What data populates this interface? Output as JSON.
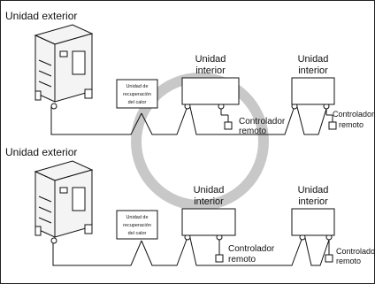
{
  "top": {
    "outdoor_label": "Unidad exterior",
    "hr_box_lines": [
      "Unidad de",
      "recuperación",
      "del calor"
    ],
    "indoor_1": [
      "Unidad",
      "interior"
    ],
    "indoor_2": [
      "Unidad",
      "interior"
    ],
    "remote_1": [
      "Controlador",
      "remoto"
    ],
    "remote_2": [
      "Controlador",
      "remoto"
    ]
  },
  "bottom": {
    "outdoor_label": "Unidad exterior",
    "hr_box_lines": [
      "Unidad de",
      "recuperación",
      "del calor"
    ],
    "indoor_1": [
      "Unidad",
      "interior"
    ],
    "indoor_2": [
      "Unidad",
      "interior"
    ],
    "remote_1": [
      "Controlador",
      "remoto"
    ],
    "remote_2": [
      "Controlador",
      "remoto"
    ]
  },
  "colors": {
    "line": "#111111",
    "ring": "#c8c8c8",
    "unit_fill": "#f4f4f4"
  }
}
